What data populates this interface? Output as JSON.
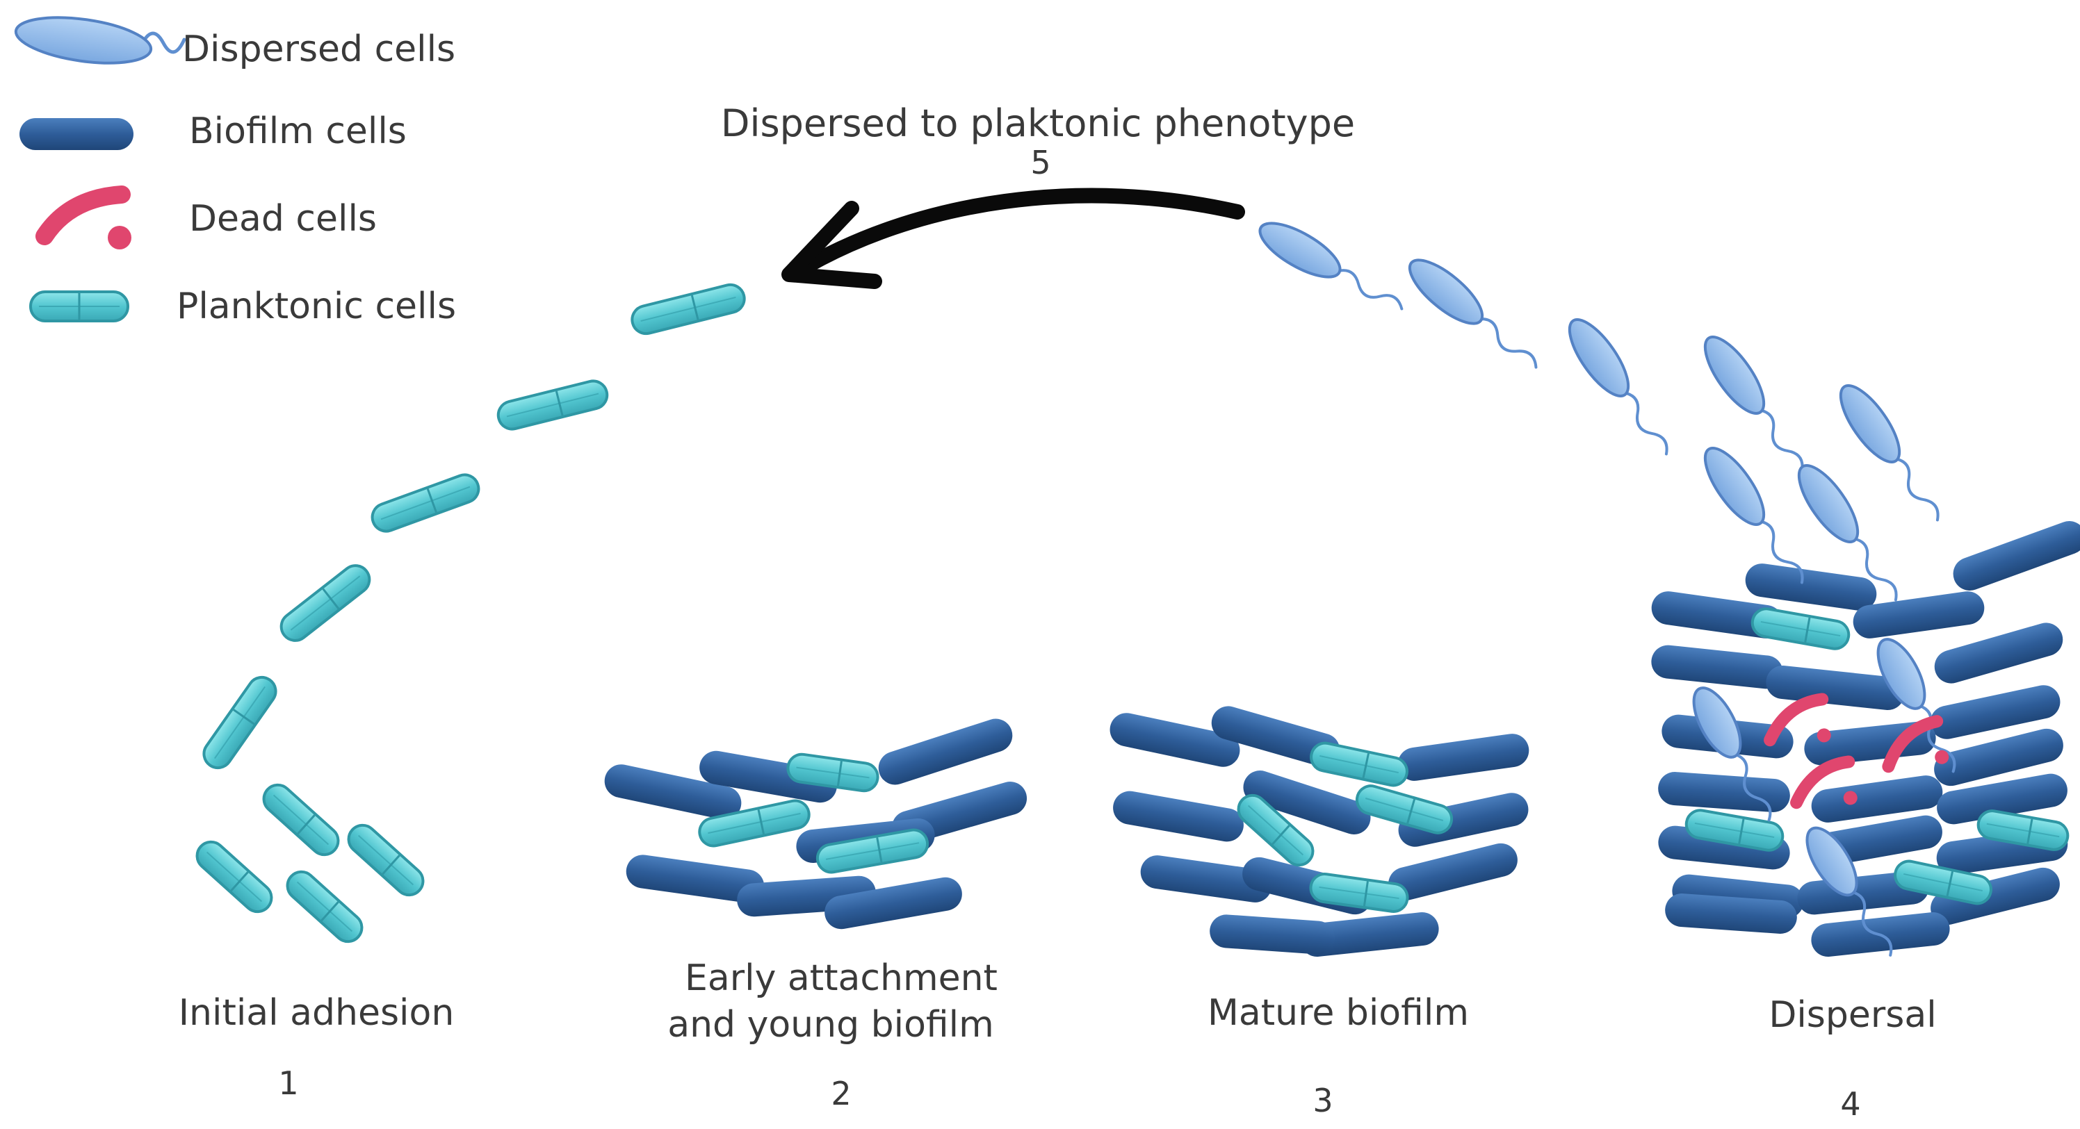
{
  "legend": {
    "items": [
      {
        "label": "Dispersed cells",
        "icon": "dispersed-cell-icon"
      },
      {
        "label": "Biofilm cells",
        "icon": "biofilm-cell-icon"
      },
      {
        "label": "Dead cells",
        "icon": "dead-cell-icon"
      },
      {
        "label": "Planktonic cells",
        "icon": "planktonic-cell-icon"
      }
    ]
  },
  "arrow": {
    "label": "Dispersed to plaktonic phenotype",
    "number": "5"
  },
  "stages": [
    {
      "line1": "Initial adhesion",
      "line2": "",
      "number": "1"
    },
    {
      "line1": "Early attachment",
      "line2": "and young biofilm",
      "number": "2"
    },
    {
      "line1": "Mature biofilm",
      "line2": "",
      "number": "3"
    },
    {
      "line1": "Dispersal",
      "line2": "",
      "number": "4"
    }
  ],
  "colors": {
    "planktonic_fill": "#5fd0d8",
    "planktonic_stroke": "#2a8f9c",
    "biofilm_fill": "#2f5f9a",
    "biofilm_light": "#4a7dba",
    "dispersed_fill": "#8fb8ea",
    "dispersed_stroke": "#4f80c4",
    "dead": "#e0466e",
    "arrow": "#0a0a0a",
    "text": "#3a3a3a"
  }
}
